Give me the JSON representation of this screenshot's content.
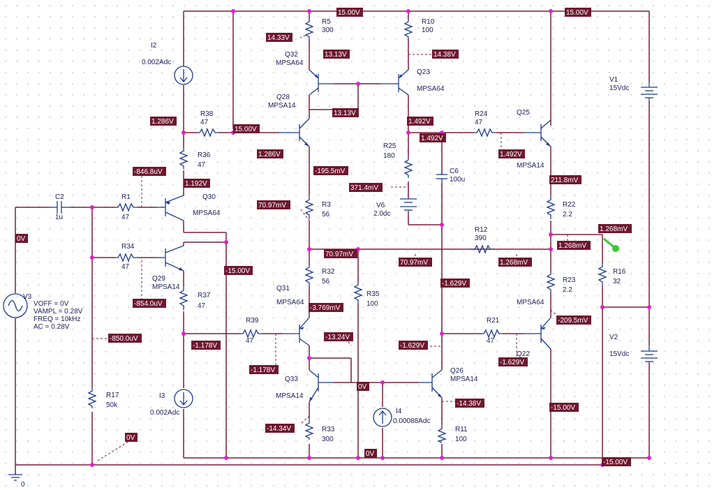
{
  "components": [
    {
      "id": "R5",
      "lines": [
        "R5",
        "300"
      ]
    },
    {
      "id": "R10",
      "lines": [
        "R10",
        "100"
      ]
    },
    {
      "id": "I2",
      "lines": [
        "I2",
        "0.002Adc"
      ]
    },
    {
      "id": "Q32",
      "lines": [
        "Q32",
        "MPSA64"
      ]
    },
    {
      "id": "Q23",
      "lines": [
        "Q23",
        "MPSA64"
      ]
    },
    {
      "id": "Q28",
      "lines": [
        "Q28",
        "MPSA14"
      ]
    },
    {
      "id": "R38",
      "lines": [
        "R38",
        "47"
      ]
    },
    {
      "id": "R36",
      "lines": [
        "R36",
        "47"
      ]
    },
    {
      "id": "R24",
      "lines": [
        "R24",
        "47"
      ]
    },
    {
      "id": "Q25",
      "lines": [
        "Q25",
        "MPSA14"
      ]
    },
    {
      "id": "V1",
      "lines": [
        "V1",
        "15Vdc"
      ]
    },
    {
      "id": "R25",
      "lines": [
        "R25",
        "180"
      ]
    },
    {
      "id": "C6",
      "lines": [
        "C6",
        "100u"
      ]
    },
    {
      "id": "C2",
      "lines": [
        "C2",
        "1u"
      ]
    },
    {
      "id": "R1",
      "lines": [
        "R1",
        "47"
      ]
    },
    {
      "id": "Q30",
      "lines": [
        "Q30",
        "MPSA64"
      ]
    },
    {
      "id": "R3",
      "lines": [
        "R3",
        "56"
      ]
    },
    {
      "id": "V6",
      "lines": [
        "V6",
        "2.0dc"
      ]
    },
    {
      "id": "R22",
      "lines": [
        "R22",
        "2.2"
      ]
    },
    {
      "id": "R12",
      "lines": [
        "R12",
        "390"
      ]
    },
    {
      "id": "R34",
      "lines": [
        "R34",
        "47"
      ]
    },
    {
      "id": "Q29",
      "lines": [
        "Q29",
        "MPSA14"
      ]
    },
    {
      "id": "R37",
      "lines": [
        "R37",
        "47"
      ]
    },
    {
      "id": "R32",
      "lines": [
        "R32",
        "56"
      ]
    },
    {
      "id": "R35",
      "lines": [
        "R35",
        "100"
      ]
    },
    {
      "id": "R23",
      "lines": [
        "R23",
        "2.2"
      ]
    },
    {
      "id": "R16",
      "lines": [
        "R16",
        "32"
      ]
    },
    {
      "id": "Q31",
      "lines": [
        "Q31",
        "MPSA64"
      ]
    },
    {
      "id": "V3",
      "lines": [
        "V3",
        "VOFF = 0V",
        "VAMPL = 0.28V",
        "FREQ = 10kHz",
        "AC = 0.28V"
      ]
    },
    {
      "id": "R39",
      "lines": [
        "R39",
        "47"
      ]
    },
    {
      "id": "R21",
      "lines": [
        "R21",
        "47"
      ]
    },
    {
      "id": "Q22",
      "lines": [
        "Q22",
        "MPSA64"
      ]
    },
    {
      "id": "V2",
      "lines": [
        "V2",
        "15Vdc"
      ]
    },
    {
      "id": "Q33",
      "lines": [
        "Q33",
        "MPSA14"
      ]
    },
    {
      "id": "Q26",
      "lines": [
        "Q26",
        "MPSA14"
      ]
    },
    {
      "id": "I3",
      "lines": [
        "I3",
        "0.002Adc"
      ]
    },
    {
      "id": "R17",
      "lines": [
        "R17",
        "50k"
      ]
    },
    {
      "id": "I4",
      "lines": [
        "I4",
        "0.00088Adc"
      ]
    },
    {
      "id": "R33",
      "lines": [
        "R33",
        "300"
      ]
    },
    {
      "id": "R11",
      "lines": [
        "R11",
        "100"
      ]
    }
  ],
  "voltages": [
    "15.00V",
    "15.00V",
    "14.33V",
    "13.13V",
    "14.38V",
    "13.13V",
    "1.286V",
    "15.00V",
    "1.286V",
    "1.492V",
    "1.492V",
    "1.492V",
    "-846.8uV",
    "1.192V",
    "-195.5mV",
    "211.8mV",
    "371.4mV",
    "70.97mV",
    "0V",
    "1.268mV",
    "1.268mV",
    "70.97mV",
    "70.97mV",
    "1.268mV",
    "-15.00V",
    "-1.629V",
    "-854.0uV",
    "-3.769mV",
    "-209.5mV",
    "-13.24V",
    "-850.0uV",
    "-1.178V",
    "-1.629V",
    "-1.629V",
    "-1.178V",
    "0V",
    "-14.38V",
    "-15.00V",
    "-14.34V",
    "0V",
    "0V",
    "-15.00V"
  ],
  "ground_label": "0"
}
